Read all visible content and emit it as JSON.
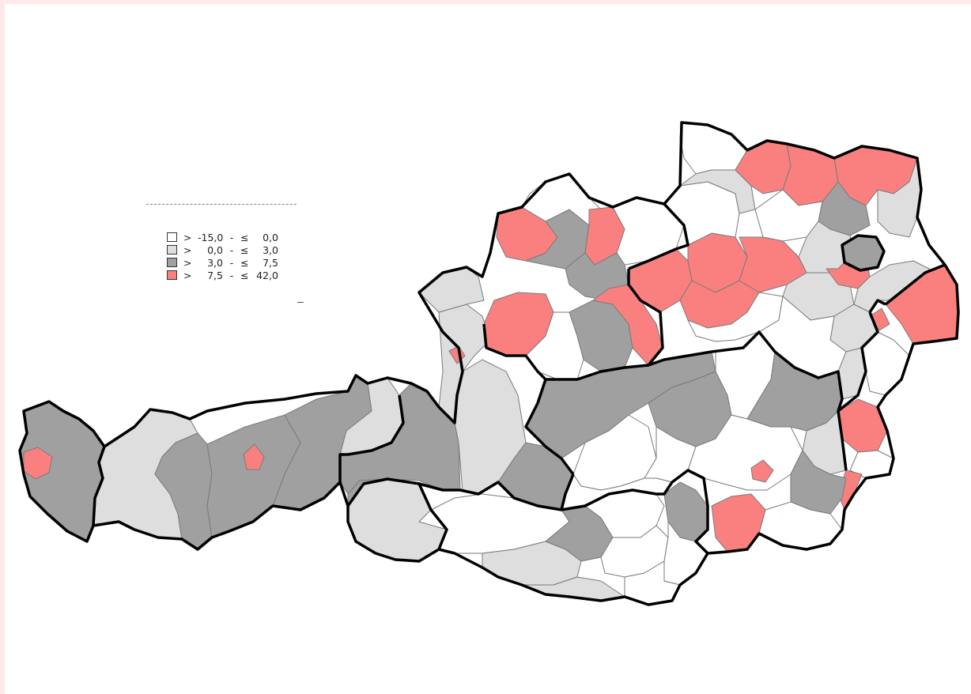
{
  "legend": {
    "items": [
      {
        "gt": ">",
        "lower": "-15,0",
        "sep": "-",
        "le": "≤",
        "upper": "0,0",
        "color": "#ffffff"
      },
      {
        "gt": ">",
        "lower": "0,0",
        "sep": "-",
        "le": "≤",
        "upper": "3,0",
        "color": "#dedede"
      },
      {
        "gt": ">",
        "lower": "3,0",
        "sep": "-",
        "le": "≤",
        "upper": "7,5",
        "color": "#a0a0a0"
      },
      {
        "gt": ">",
        "lower": "7,5",
        "sep": "-",
        "le": "≤",
        "upper": "42,0",
        "color": "#fa8080"
      }
    ]
  },
  "colors": {
    "class_1": "#ffffff",
    "class_2": "#dedede",
    "class_3": "#a0a0a0",
    "class_4": "#fa8080",
    "district_border": "#7a7a7a",
    "state_border": "#000000",
    "page_border": "#fde8ea"
  },
  "map": {
    "region": "Austria",
    "level": "districts"
  }
}
